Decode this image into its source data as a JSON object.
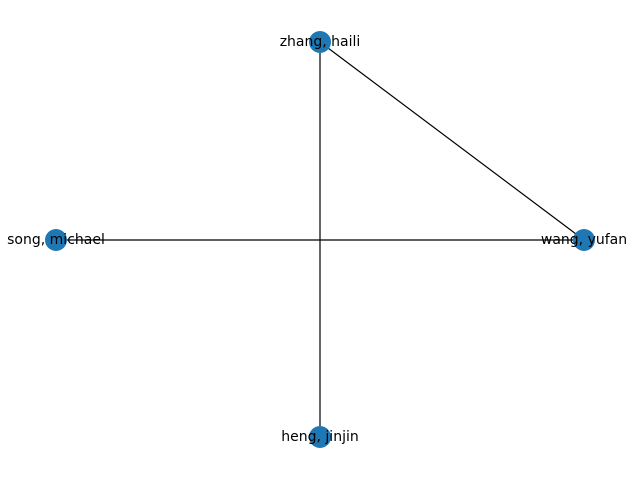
{
  "graph": {
    "node_color": "#1f77b4",
    "edge_color": "#000000",
    "nodes": [
      {
        "id": "zhang",
        "label": "zhang, haili"
      },
      {
        "id": "wang",
        "label": "wang, yufan"
      },
      {
        "id": "song",
        "label": "song, michael"
      },
      {
        "id": "heng",
        "label": "heng, jinjin"
      }
    ],
    "edges": [
      {
        "source": "zhang",
        "target": "heng"
      },
      {
        "source": "zhang",
        "target": "wang"
      },
      {
        "source": "song",
        "target": "wang"
      }
    ]
  }
}
